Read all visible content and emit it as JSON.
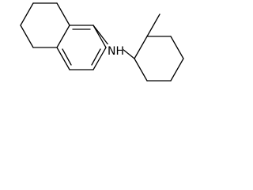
{
  "molecule": {
    "atom_labels": {
      "amine_nitrogen": "NH"
    },
    "colors": {
      "bond": "#000000",
      "background": "#ffffff"
    },
    "structure": [
      "tetrahydronaphthalene-ring",
      "aromatic-ring",
      "cyclohexane-ring",
      "methyl-substituent"
    ]
  }
}
